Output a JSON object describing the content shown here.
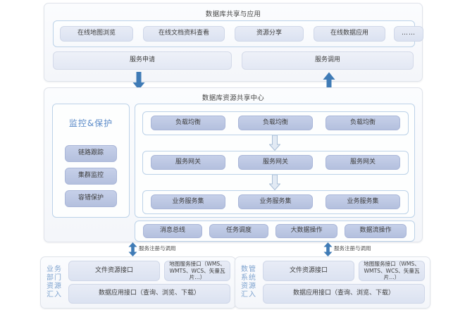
{
  "diagram": {
    "top_section": {
      "title": "数据库共享与应用",
      "apps": [
        {
          "label": "在线地图浏览"
        },
        {
          "label": "在线文档资料查看"
        },
        {
          "label": "资源分享"
        },
        {
          "label": "在线数据应用"
        },
        {
          "label": "……"
        }
      ],
      "service_bars": [
        {
          "label": "服务申请"
        },
        {
          "label": "服务调用"
        }
      ]
    },
    "connectors_top": [
      {
        "name": "service-apply-arrow",
        "direction": "down"
      },
      {
        "name": "service-invoke-arrow",
        "direction": "up"
      }
    ],
    "center_section": {
      "title": "数据库资源共享中心",
      "monitor_panel": {
        "title": "监控&保护",
        "items": [
          {
            "label": "链路跟踪"
          },
          {
            "label": "集群监控"
          },
          {
            "label": "容错保护"
          }
        ]
      },
      "stack_rows": [
        {
          "name": "load-balancer-row",
          "items": [
            "负载均衡",
            "负载均衡",
            "负载均衡"
          ]
        },
        {
          "name": "service-gateway-row",
          "items": [
            "服务网关",
            "服务网关",
            "服务网关"
          ]
        },
        {
          "name": "business-service-row",
          "items": [
            "业务服务集",
            "业务服务集",
            "业务服务集"
          ]
        }
      ],
      "capability_row": [
        {
          "label": "消息总线"
        },
        {
          "label": "任务调度"
        },
        {
          "label": "大数据操作"
        },
        {
          "label": "数据流操作"
        }
      ]
    },
    "connectors_bottom": [
      {
        "name": "left-register-arrow",
        "label": "服务注册与调用"
      },
      {
        "name": "right-register-arrow",
        "label": "服务注册与调用"
      }
    ],
    "bottom_sections": [
      {
        "name": "business-department",
        "vertical_label": [
          "业务",
          "部门",
          "资源",
          "汇入"
        ],
        "row1": [
          {
            "label": "文件资源接口"
          },
          {
            "label": "地图服务接口（WMS、WMTS、WCS、矢量瓦片…）"
          }
        ],
        "row2": [
          {
            "label": "数据应用接口（查询、浏览、下载）"
          }
        ]
      },
      {
        "name": "data-management-system",
        "vertical_label": [
          "数管",
          "系统",
          "资源",
          "汇入"
        ],
        "row1": [
          {
            "label": "文件资源接口"
          },
          {
            "label": "地图服务接口（WMS、WMTS、WCS、矢量瓦片…）"
          }
        ],
        "row2": [
          {
            "label": "数据应用接口（查询、浏览、下载）"
          }
        ]
      }
    ],
    "colors": {
      "arrow_blue": "#3f7bb6",
      "inner_arrow_blue": "#b8cbe2",
      "frame_border": "#bcd2e8",
      "chip_mid": "#b9c4e2",
      "chip_light": "#dde3f0",
      "title_blue": "#5a8ac8",
      "vlabel_blue": "#7ea3cf"
    }
  }
}
